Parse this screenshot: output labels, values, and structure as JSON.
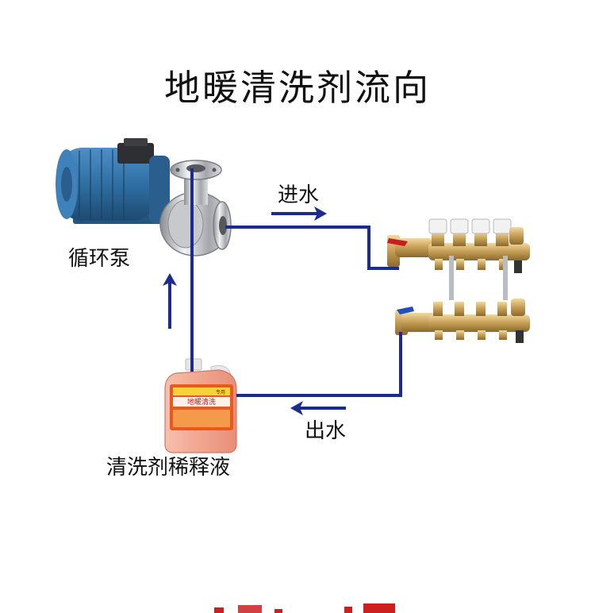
{
  "title": "地暖清洗剂流向",
  "labels": {
    "pump": "循环泵",
    "inlet": "进水",
    "outlet": "出水",
    "solution": "清洗剂稀释液"
  },
  "bottle_label": {
    "head": "地暖清洗",
    "sub": "专用"
  },
  "colors": {
    "pipe": "#1c2b8f",
    "pump_motor": "#2f6fa3",
    "brass": "#c9a35a",
    "liquid": "#f1a58f",
    "bottle_label": "#e65a20",
    "accent_red": "#cc1f1f"
  },
  "icons": [
    "pump-icon",
    "manifold-icon",
    "bottle-icon",
    "arrow-right-icon",
    "arrow-left-icon",
    "arrow-up-icon"
  ]
}
